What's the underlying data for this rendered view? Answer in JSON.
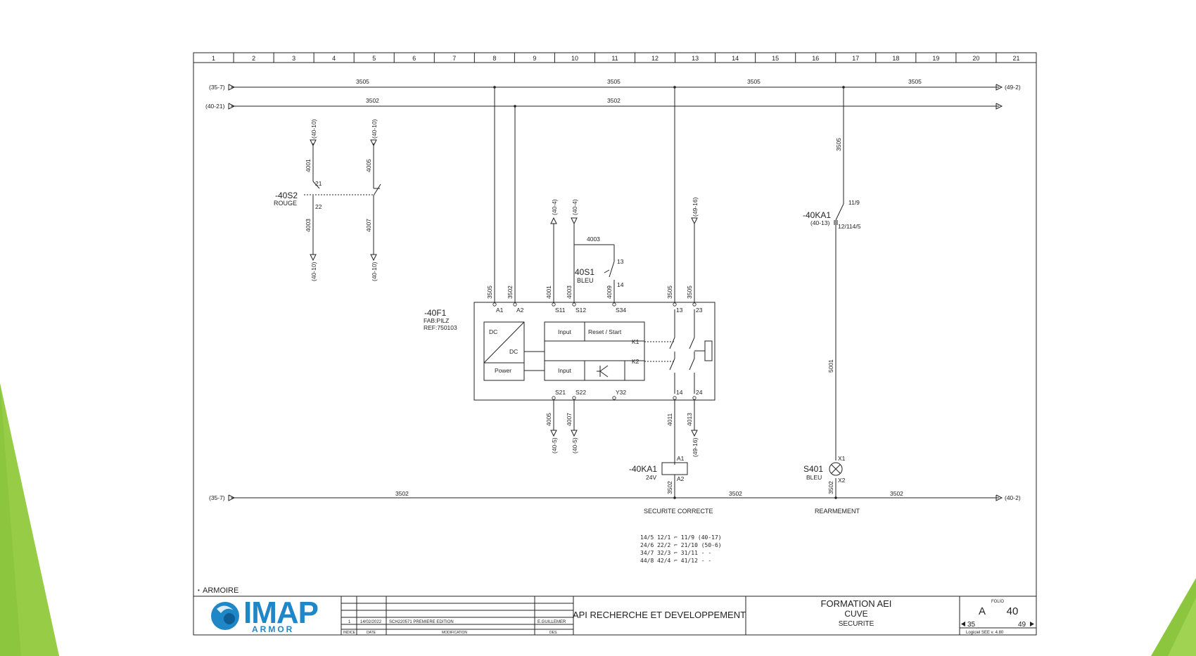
{
  "columns": [
    "1",
    "2",
    "3",
    "4",
    "5",
    "6",
    "7",
    "8",
    "9",
    "10",
    "11",
    "12",
    "13",
    "14",
    "15",
    "16",
    "17",
    "18",
    "19",
    "20",
    "21"
  ],
  "rails": {
    "top1": {
      "left_ref": "(35-7)",
      "right_ref": "(49-2)",
      "labels": [
        "3505",
        "3505",
        "3505",
        "3505"
      ]
    },
    "top2": {
      "left_ref": "(40-21)",
      "labels": [
        "3502",
        "3502"
      ]
    },
    "bottom": {
      "left_ref": "(35-7)",
      "right_ref": "(40-2)",
      "labels": [
        "3502",
        "3502",
        "3502"
      ]
    }
  },
  "s2": {
    "tag": "-40S2",
    "color": "ROUGE",
    "ref_top_a": "(40-10)",
    "ref_top_b": "(40-10)",
    "ref_bot_a": "(40-10)",
    "ref_bot_b": "(40-10)",
    "w_a_top": "4001",
    "w_b_top": "4005",
    "w_a_bot": "4003",
    "w_b_bot": "4007",
    "contact_top": "21",
    "contact_bot": "22"
  },
  "s1": {
    "tag": "40S1",
    "color": "BLEU",
    "ref_a": "(40-4)",
    "ref_b": "(40-4)",
    "wire_top": "4003",
    "contact_top": "13",
    "contact_bot": "14"
  },
  "f1": {
    "tag": "-40F1",
    "fab": "FAB:PILZ",
    "ref": "REF:750103",
    "wires_top": [
      "3505",
      "3502",
      "4001",
      "4003",
      "4009",
      "3505",
      "3505"
    ],
    "terminals_top": [
      "A1",
      "A2",
      "S11",
      "S12",
      "S34",
      "13",
      "23"
    ],
    "terminals_bot": [
      "S21",
      "S22",
      "Y32",
      "14",
      "24"
    ],
    "dc_top": "DC",
    "dc_bot": "DC",
    "power": "Power",
    "input1": "Input",
    "reset": "Reset / Start",
    "input2": "Input",
    "k1": "K1",
    "k2": "K2",
    "wires_bot": [
      "4005",
      "4007",
      "4011",
      "4013"
    ],
    "refs_bot": [
      "(40-5)",
      "(40-5)",
      "(49-16)"
    ],
    "ref_top_right": "(49-16)"
  },
  "ka1_coil": {
    "tag": "-40KA1",
    "voltage": "24V",
    "a1": "A1",
    "a2": "A2",
    "wire": "3502",
    "caption": "SECURITE CORRECTE"
  },
  "ka1_contact": {
    "tag": "-40KA1",
    "ref": "(40-13)",
    "wire": "3505",
    "c_top": "11/9",
    "c_bot": "12/114/5",
    "wire_bot": "5001"
  },
  "s401": {
    "tag": "S401",
    "color": "BLEU",
    "x1": "X1",
    "x2": "X2",
    "wire": "3502",
    "caption": "REARMEMENT"
  },
  "contact_table": [
    "14/5 12/1  ⌐  11/9  (40-17)",
    "24/6 22/2  ⌐  21/10 (50-6)",
    "34/7 32/3  ⌐  31/11  -  -",
    "44/8 42/4  ⌐  41/12  -  -"
  ],
  "armoire": "ARMOIRE",
  "title_block": {
    "logo_main": "IMAP",
    "logo_sub": "ARMOR",
    "rev_index": "1",
    "rev_date": "14/02/2022",
    "rev_mod": "SCH220571 PREMIERE EDITION",
    "rev_by": "E.GUILLEMER",
    "hdr_indice": "INDICE",
    "hdr_date": "DATE",
    "hdr_mod": "MODIFICATION",
    "hdr_des": "DES.",
    "company": "API RECHERCHE ET DEVELOPPEMENT",
    "project1": "FORMATION AEI",
    "project2": "CUVE",
    "project3": "SECURITE",
    "folio_label": "FOLIO",
    "folio_letter": "A",
    "folio_num": "40",
    "prev": "35",
    "next": "49",
    "software": "Logiciel SEE  v. 4.80"
  },
  "colors": {
    "accent_green": "#8cc63e",
    "logo_blue": "#1f86c8"
  }
}
